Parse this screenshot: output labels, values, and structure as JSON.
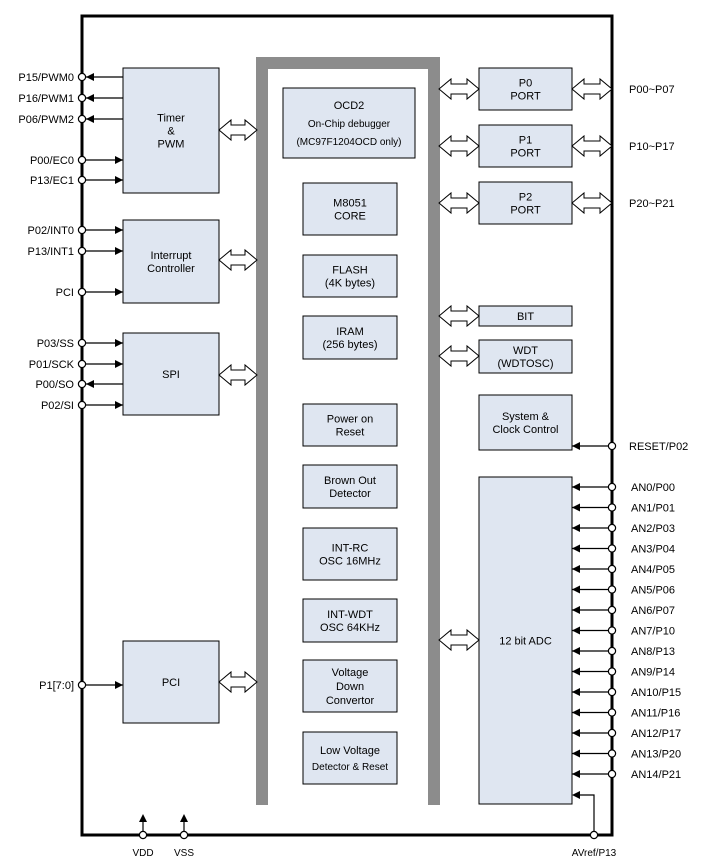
{
  "blocks": {
    "timer": [
      "Timer",
      "&",
      "PWM"
    ],
    "interrupt": [
      "Interrupt",
      "Controller"
    ],
    "spi": [
      "SPI"
    ],
    "pci": [
      "PCI"
    ],
    "ocd2": [
      "OCD2",
      "On-Chip debugger",
      "(MC97F1204OCD only)"
    ],
    "m8051": [
      "M8051",
      "CORE"
    ],
    "flash": [
      "FLASH",
      "(4K bytes)"
    ],
    "iram": [
      "IRAM",
      "(256 bytes)"
    ],
    "por": [
      "Power on",
      "Reset"
    ],
    "bod": [
      "Brown Out",
      "Detector"
    ],
    "intrc": [
      "INT-RC",
      "OSC 16MHz"
    ],
    "intwdt": [
      "INT-WDT",
      "OSC 64KHz"
    ],
    "vdc": [
      "Voltage",
      "Down",
      "Convertor"
    ],
    "lvd": [
      "Low Voltage",
      "Detector & Reset"
    ],
    "p0": [
      "P0",
      "PORT"
    ],
    "p1": [
      "P1",
      "PORT"
    ],
    "p2": [
      "P2",
      "PORT"
    ],
    "bit": [
      "BIT"
    ],
    "wdt": [
      "WDT",
      "(WDTOSC)"
    ],
    "sysclk": [
      "System &",
      "Clock Control"
    ],
    "adc": [
      "12 bit ADC"
    ]
  },
  "left_pins": {
    "timer": [
      "P15/PWM0",
      "P16/PWM1",
      "P06/PWM2",
      "P00/EC0",
      "P13/EC1"
    ],
    "interrupt": [
      "P02/INT0",
      "P13/INT1",
      "PCI"
    ],
    "spi": [
      "P03/SS",
      "P01/SCK",
      "P00/SO",
      "P02/SI"
    ],
    "pci": [
      "P1[7:0]"
    ]
  },
  "port_pins": [
    "P00~P07",
    "P10~P17",
    "P20~P21"
  ],
  "reset_pin": "RESET/P02",
  "adc_pins": [
    "AN0/P00",
    "AN1/P01",
    "AN2/P03",
    "AN3/P04",
    "AN4/P05",
    "AN5/P06",
    "AN6/P07",
    "AN7/P10",
    "AN8/P13",
    "AN9/P14",
    "AN10/P15",
    "AN11/P16",
    "AN12/P17",
    "AN13/P20",
    "AN14/P21"
  ],
  "supply_pins": {
    "vdd": "VDD",
    "vss": "VSS",
    "avref": "AVref/P13"
  }
}
